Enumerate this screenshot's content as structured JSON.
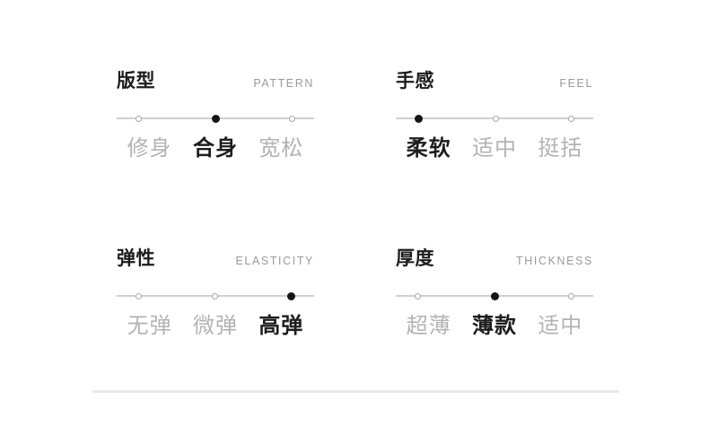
{
  "page": {
    "background_color": "#ffffff",
    "accent_color": "#141414",
    "muted_color": "#b3b3b3",
    "track_color": "#cfcfcf",
    "divider_color": "#e9e9e9"
  },
  "specs": [
    {
      "title_cn": "版型",
      "title_en": "PATTERN",
      "options": [
        {
          "label": "修身",
          "active": false
        },
        {
          "label": "合身",
          "active": true
        },
        {
          "label": "宽松",
          "active": false
        }
      ]
    },
    {
      "title_cn": "手感",
      "title_en": "FEEL",
      "options": [
        {
          "label": "柔软",
          "active": true
        },
        {
          "label": "适中",
          "active": false
        },
        {
          "label": "挺括",
          "active": false
        }
      ]
    },
    {
      "title_cn": "弹性",
      "title_en": "ELASTICITY",
      "options": [
        {
          "label": "无弹",
          "active": false
        },
        {
          "label": "微弹",
          "active": false
        },
        {
          "label": "高弹",
          "active": true
        }
      ]
    },
    {
      "title_cn": "厚度",
      "title_en": "THICKNESS",
      "options": [
        {
          "label": "超薄",
          "active": false
        },
        {
          "label": "薄款",
          "active": true
        },
        {
          "label": "适中",
          "active": false
        }
      ]
    }
  ]
}
